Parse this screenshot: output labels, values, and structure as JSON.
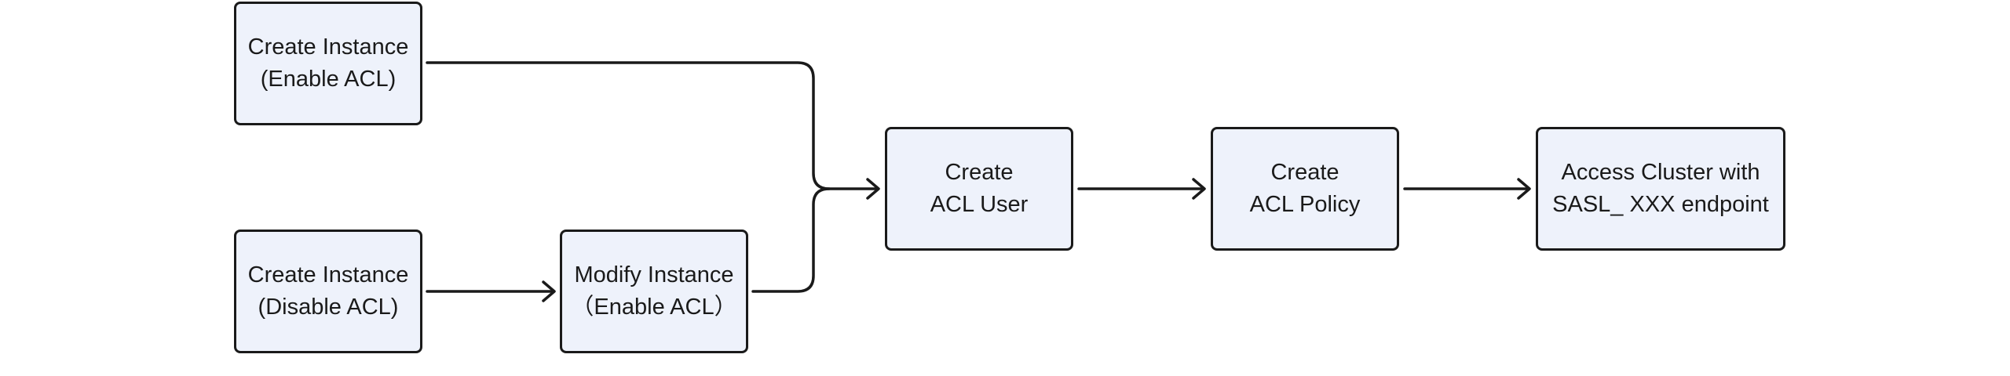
{
  "nodes": {
    "create_instance_enable_acl": {
      "line1": "Create Instance",
      "line2": "(Enable ACL)"
    },
    "create_instance_disable_acl": {
      "line1": "Create Instance",
      "line2": "(Disable ACL)"
    },
    "modify_instance_enable_acl": {
      "line1": "Modify Instance",
      "line2": "（Enable ACL）"
    },
    "create_acl_user": {
      "line1": "Create",
      "line2": "ACL User"
    },
    "create_acl_policy": {
      "line1": "Create",
      "line2": "ACL Policy"
    },
    "access_cluster": {
      "line1": "Access Cluster with",
      "line2": "SASL_ XXX endpoint"
    }
  },
  "colors": {
    "node_fill": "#eef2fb",
    "stroke": "#1a1a1a",
    "background": "#ffffff"
  }
}
